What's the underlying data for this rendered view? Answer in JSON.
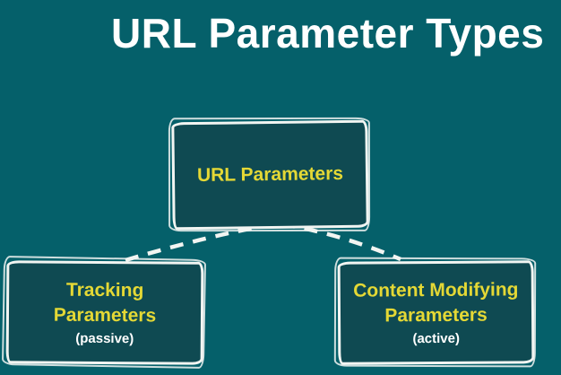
{
  "title": "URL Parameter Types",
  "colors": {
    "background": "#05606a",
    "box_fill": "#0f4a52",
    "box_border": "#f2f5f2",
    "label_yellow": "#e4d835",
    "title_white": "#ffffff"
  },
  "diagram": {
    "type": "tree",
    "connector_style": "white dashed arc",
    "root": {
      "label": "URL Parameters"
    },
    "children": [
      {
        "label": "Tracking Parameters",
        "label_lines": [
          "Tracking",
          "Parameters"
        ],
        "sublabel": "(passive)"
      },
      {
        "label": "Content Modifying Parameters",
        "label_lines": [
          "Content Modifying",
          "Parameters"
        ],
        "sublabel": "(active)"
      }
    ]
  }
}
